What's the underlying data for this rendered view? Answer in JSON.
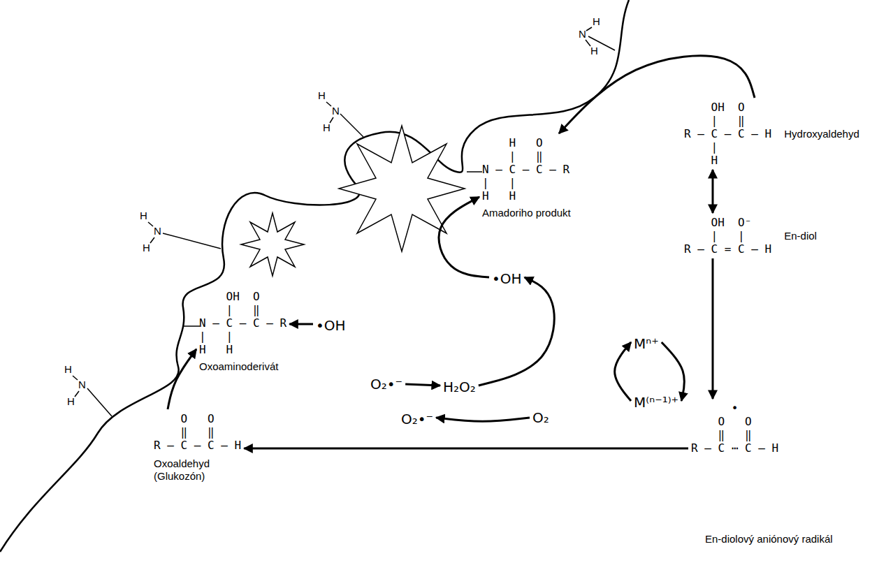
{
  "diagram": {
    "nodes": [
      {
        "text": [
          "    OH  O",
          "    |   ‖",
          "R — C — C — H",
          "    |",
          "    H",
          "Hydroxyaldehyd"
        ]
      },
      {
        "text": [
          "    OH  O⁻",
          "    |   |",
          "R — C = C — H",
          "En-diol"
        ]
      },
      {
        "text": [
          "      •",
          "    O   O",
          "    ‖   ‖",
          "R — C ⋯ C — H",
          "En-diolový aniónový radikál"
        ]
      },
      {
        "text": [
          "    O   O",
          "    ‖   ‖",
          "R — C — C — H",
          "Oxoaldehyd (Glukozón)"
        ]
      },
      {
        "text": [
          "    OH  O",
          "    |   ‖",
          "N — C — C — R",
          "|   |",
          "H   H",
          "Oxoaminoderivát"
        ]
      },
      {
        "text": [
          "    H   O",
          "    |   ‖",
          "N — C — C — R",
          "|   |",
          "H   H",
          "Amadoriho produkt"
        ]
      },
      {
        "text": [
          "•OH"
        ]
      },
      {
        "text": [
          "•OH"
        ]
      },
      {
        "text": [
          "O₂•⁻"
        ]
      },
      {
        "text": [
          "O₂•⁻"
        ]
      },
      {
        "text": [
          "H₂O₂"
        ]
      },
      {
        "text": [
          "O₂"
        ]
      },
      {
        "text": [
          "Mⁿ⁺"
        ]
      },
      {
        "text": [
          "M⁽ⁿ⁻¹⁾⁺"
        ]
      }
    ],
    "edges": [
      {
        "from": 0,
        "to": 1,
        "arrow": "both"
      },
      {
        "from": 1,
        "to": 2,
        "arrow": "to"
      },
      {
        "from": 2,
        "to": 3,
        "arrow": "to"
      },
      {
        "from": 3,
        "to": 4,
        "arrow": "to"
      },
      {
        "from": 0,
        "to": 5,
        "arrow": "to"
      },
      {
        "from": 11,
        "to": 9,
        "arrow": "to"
      },
      {
        "from": 8,
        "to": 10,
        "arrow": "to"
      },
      {
        "from": 10,
        "to": 6,
        "arrow": "to"
      },
      {
        "from": 6,
        "to": 5,
        "arrow": "to"
      },
      {
        "from": 7,
        "to": 4,
        "arrow": "to"
      },
      {
        "from": 12,
        "to": 13,
        "arrow": "to"
      },
      {
        "from": 13,
        "to": 12,
        "arrow": "to"
      }
    ],
    "labels": [
      "H",
      "N",
      "H",
      "H",
      "N",
      "H",
      "H",
      "N",
      "H",
      "H",
      "N",
      "H"
    ]
  }
}
